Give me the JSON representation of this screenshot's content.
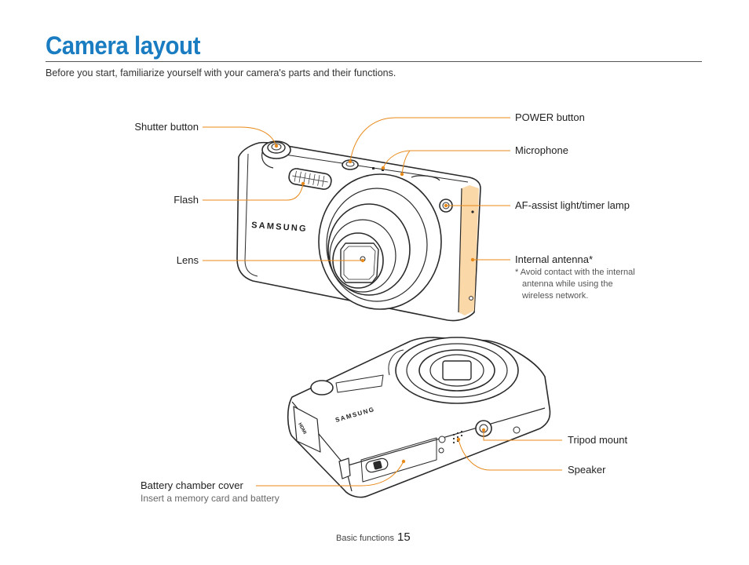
{
  "page": {
    "title": "Camera layout",
    "intro": "Before you start, familiarize yourself with your camera's parts and their functions."
  },
  "brand_front": "SAMSUNG",
  "brand_bottom": "SAMSUNG",
  "hdmi_text": "HDMI",
  "callouts": {
    "shutter": "Shutter button",
    "flash": "Flash",
    "lens": "Lens",
    "power": "POWER button",
    "microphone": "Microphone",
    "af_assist": "AF-assist light/timer lamp",
    "antenna": "Internal antenna*",
    "antenna_note": [
      "* Avoid contact with the internal",
      "antenna while using the",
      "wireless network."
    ],
    "tripod": "Tripod mount",
    "speaker": "Speaker",
    "battery": "Battery chamber cover",
    "battery_sub": "Insert a memory card and battery"
  },
  "colors": {
    "title": "#1a7cc1",
    "leader": "#e88a1a",
    "antenna_highlight": "#fbd8a8"
  },
  "footer": {
    "section": "Basic functions",
    "page_number": "15"
  }
}
